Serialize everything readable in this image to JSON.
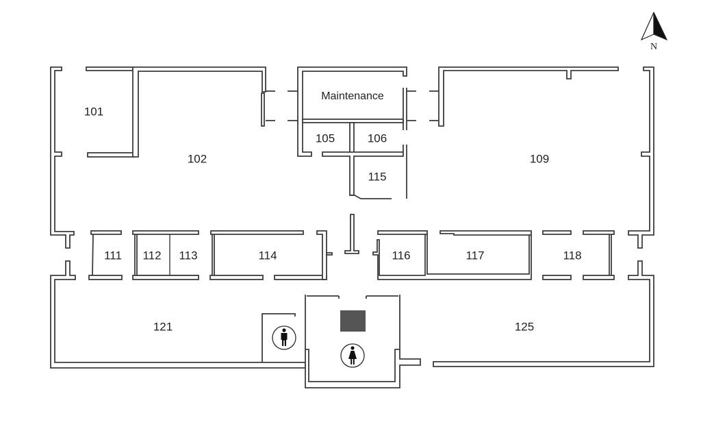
{
  "title": "Floor Plan",
  "compass": {
    "label": "N",
    "icon": "north-arrow-icon"
  },
  "colors": {
    "wall": "#3c3c3c",
    "elevator": "#555555",
    "background": "#ffffff"
  },
  "rooms": {
    "r101": "101",
    "r102": "102",
    "maintenance": "Maintenance",
    "r105": "105",
    "r106": "106",
    "r115": "115",
    "r109": "109",
    "r111": "111",
    "r112": "112",
    "r113": "113",
    "r114": "114",
    "r116": "116",
    "r117": "117",
    "r118": "118",
    "r121": "121",
    "r125": "125"
  },
  "amenities": {
    "mens_restroom": {
      "icon": "mens-restroom-icon",
      "label": "Men's restroom"
    },
    "womens_restroom": {
      "icon": "womens-restroom-icon",
      "label": "Women's restroom"
    },
    "elevator": {
      "icon": "elevator-icon",
      "label": "Elevator"
    }
  }
}
